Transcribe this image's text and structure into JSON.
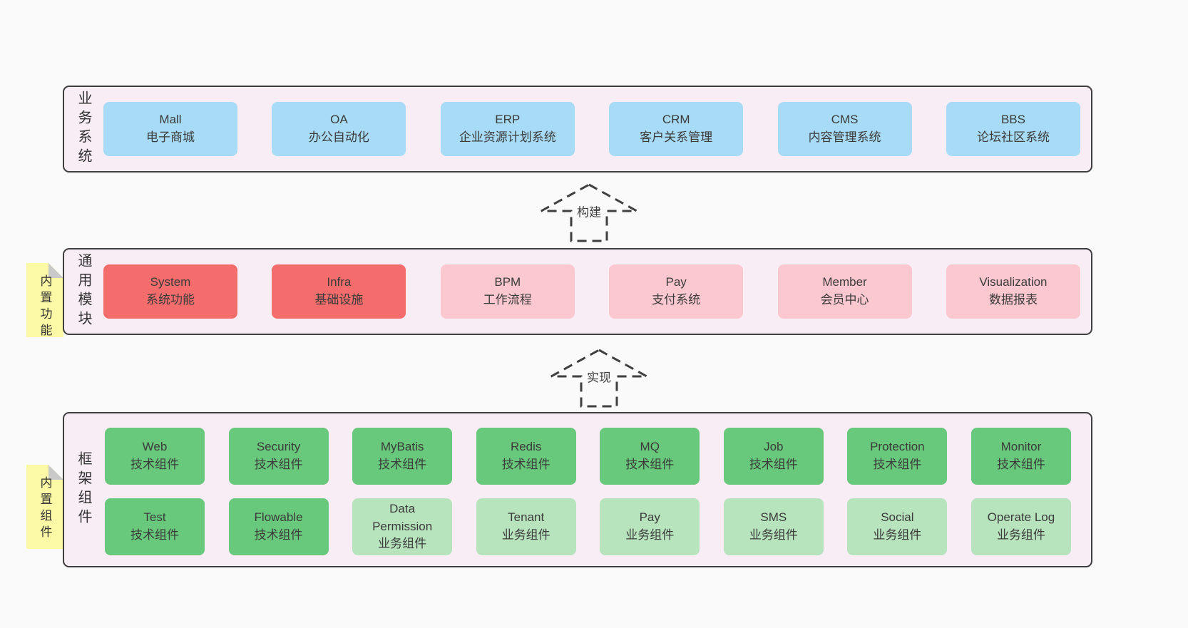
{
  "colors": {
    "page_bg": "#fafafa",
    "layer_bg": "#f8edf5",
    "layer_border": "#3f3f3f",
    "box_blue": "#a8dbf5",
    "box_red": "#f56c6c",
    "box_pink": "#fcc8cf",
    "box_green": "#68c87b",
    "box_light_green": "#b7e3bd",
    "sticky_yellow": "#fbf9a5",
    "sticky_fold_gray": "#c9c9c9"
  },
  "arrows": [
    {
      "label": "构建"
    },
    {
      "label": "实现"
    }
  ],
  "layers": [
    {
      "id": "business-systems",
      "label": "业务系统",
      "boxes": [
        {
          "title": "Mall",
          "subtitle": "电子商城",
          "color": "blue"
        },
        {
          "title": "OA",
          "subtitle": "办公自动化",
          "color": "blue"
        },
        {
          "title": "ERP",
          "subtitle": "企业资源计划系统",
          "color": "blue"
        },
        {
          "title": "CRM",
          "subtitle": "客户关系管理",
          "color": "blue"
        },
        {
          "title": "CMS",
          "subtitle": "内容管理系统",
          "color": "blue"
        },
        {
          "title": "BBS",
          "subtitle": "论坛社区系统",
          "color": "blue"
        }
      ]
    },
    {
      "id": "common-modules",
      "label": "通用模块",
      "sticky": "内置功能",
      "boxes": [
        {
          "title": "System",
          "subtitle": "系统功能",
          "color": "red"
        },
        {
          "title": "Infra",
          "subtitle": "基础设施",
          "color": "red"
        },
        {
          "title": "BPM",
          "subtitle": "工作流程",
          "color": "pink"
        },
        {
          "title": "Pay",
          "subtitle": "支付系统",
          "color": "pink"
        },
        {
          "title": "Member",
          "subtitle": "会员中心",
          "color": "pink"
        },
        {
          "title": "Visualization",
          "subtitle": "数据报表",
          "color": "pink"
        }
      ]
    },
    {
      "id": "framework-components",
      "label": "框架组件",
      "sticky": "内置组件",
      "boxes": [
        {
          "title": "Web",
          "subtitle": "技术组件",
          "color": "green"
        },
        {
          "title": "Security",
          "subtitle": "技术组件",
          "color": "green"
        },
        {
          "title": "MyBatis",
          "subtitle": "技术组件",
          "color": "green"
        },
        {
          "title": "Redis",
          "subtitle": "技术组件",
          "color": "green"
        },
        {
          "title": "MQ",
          "subtitle": "技术组件",
          "color": "green"
        },
        {
          "title": "Job",
          "subtitle": "技术组件",
          "color": "green"
        },
        {
          "title": "Protection",
          "subtitle": "技术组件",
          "color": "green"
        },
        {
          "title": "Monitor",
          "subtitle": "技术组件",
          "color": "green"
        },
        {
          "title": "Test",
          "subtitle": "技术组件",
          "color": "green"
        },
        {
          "title": "Flowable",
          "subtitle": "技术组件",
          "color": "green"
        },
        {
          "title": "Data Permission",
          "subtitle": "业务组件",
          "color": "lightgreen"
        },
        {
          "title": "Tenant",
          "subtitle": "业务组件",
          "color": "lightgreen"
        },
        {
          "title": "Pay",
          "subtitle": "业务组件",
          "color": "lightgreen"
        },
        {
          "title": "SMS",
          "subtitle": "业务组件",
          "color": "lightgreen"
        },
        {
          "title": "Social",
          "subtitle": "业务组件",
          "color": "lightgreen"
        },
        {
          "title": "Operate Log",
          "subtitle": "业务组件",
          "color": "lightgreen"
        }
      ]
    }
  ]
}
